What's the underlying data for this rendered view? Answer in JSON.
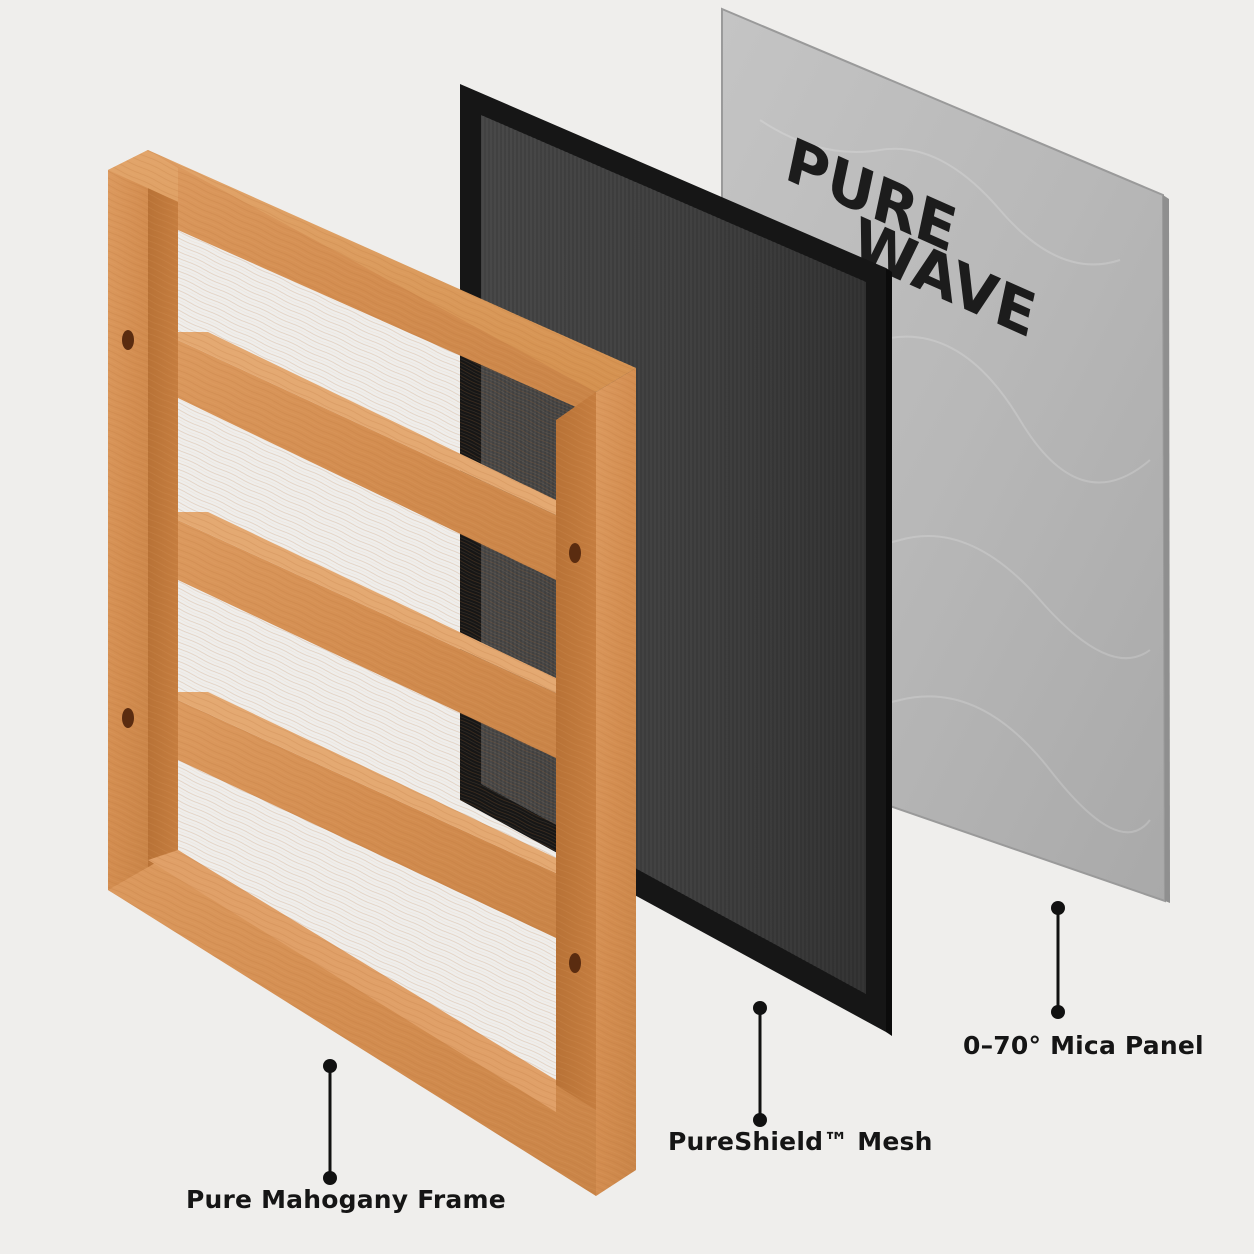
{
  "brand": {
    "name": "PUREWAVE"
  },
  "layers": [
    {
      "id": "frame",
      "label": "Pure Mahogany Frame"
    },
    {
      "id": "mesh",
      "label": "PureShield™ Mesh"
    },
    {
      "id": "panel",
      "label": "0–70°  Mica Panel"
    }
  ],
  "colors": {
    "background": "#efeeec",
    "wood": "#d48f52",
    "mesh_border": "#1a1a1a",
    "mesh_fill": "#3a3a3a",
    "panel": "#b9b9b9",
    "callout": "#111111"
  }
}
